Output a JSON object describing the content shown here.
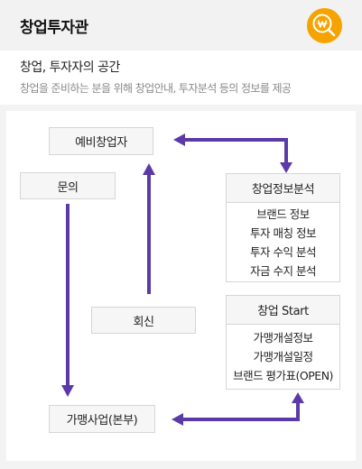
{
  "header": {
    "title": "창업투자관",
    "badge_icon": "won-search-icon",
    "badge_color": "#f5a300"
  },
  "intro": {
    "subtitle": "창업, 투자자의 공간",
    "description": "창업을 준비하는 분을 위해 창업안내, 투자분석 등의 정보를 제공"
  },
  "diagram": {
    "arrow_color": "#5b3aa8",
    "nodes": {
      "pre_founder": "예비창업자",
      "inquiry": "문의",
      "reply": "회신",
      "franchise_hq": "가맹사업(본부)",
      "analysis": {
        "title": "창업정보분석",
        "items": [
          "브랜드 정보",
          "투자 매칭 정보",
          "투자 수익 분석",
          "자금 수지 분석"
        ]
      },
      "start": {
        "title": "창업 Start",
        "items": [
          "가맹개설정보",
          "가맹개설일정",
          "브랜드 평가표(OPEN)"
        ]
      }
    }
  }
}
